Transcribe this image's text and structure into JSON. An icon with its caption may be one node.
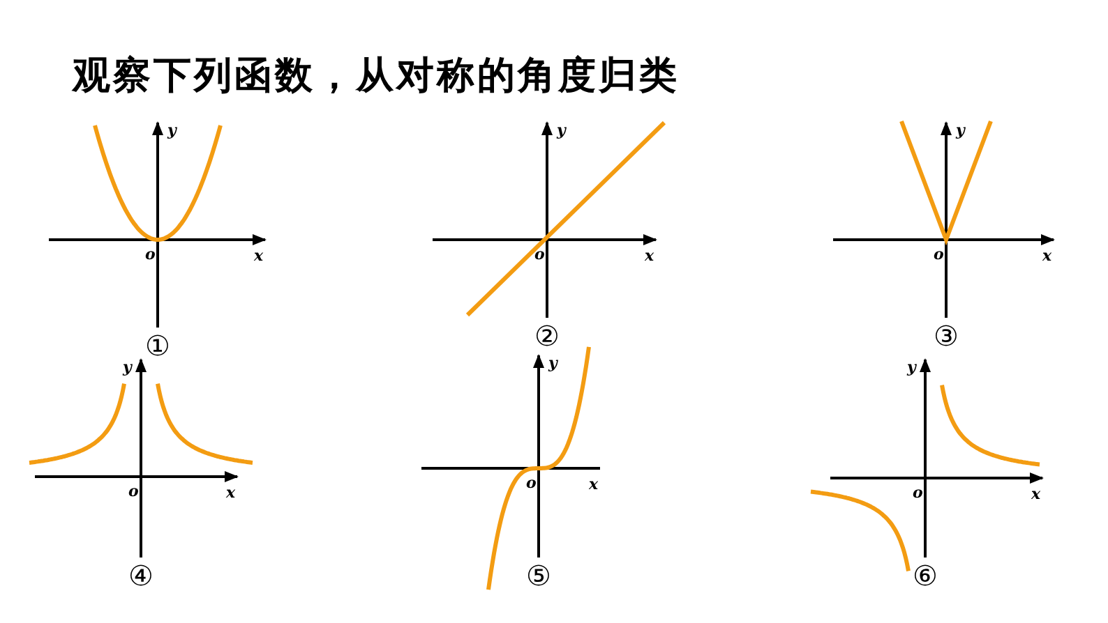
{
  "diagram": {
    "title": "观察下列函数，从对称的角度归类",
    "labels": [
      "y",
      "o",
      "x",
      "①",
      "y",
      "o",
      "x",
      "②",
      "y",
      "o",
      "x",
      "③",
      "y",
      "o",
      "x",
      "④",
      "y",
      "o",
      "x",
      "⑤",
      "y",
      "o",
      "x",
      "⑥"
    ]
  }
}
